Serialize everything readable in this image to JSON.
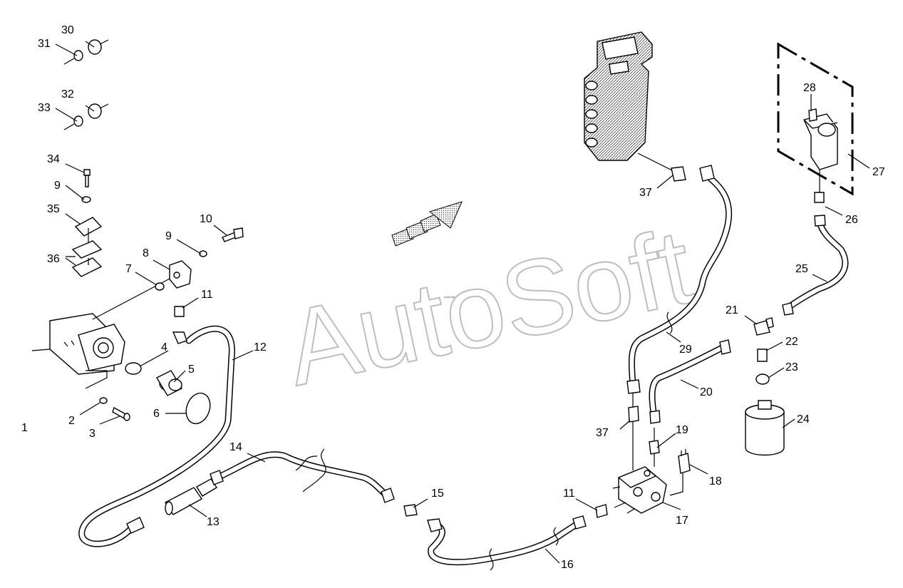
{
  "watermark": {
    "text": "AutoSoft",
    "small_text": "AutoSoft"
  },
  "labels": [
    {
      "id": "l1",
      "text": "1"
    },
    {
      "id": "l2",
      "text": "2"
    },
    {
      "id": "l3",
      "text": "3"
    },
    {
      "id": "l4",
      "text": "4"
    },
    {
      "id": "l5",
      "text": "5"
    },
    {
      "id": "l6",
      "text": "6"
    },
    {
      "id": "l7",
      "text": "7"
    },
    {
      "id": "l8",
      "text": "8"
    },
    {
      "id": "l9a",
      "text": "9"
    },
    {
      "id": "l9b",
      "text": "9"
    },
    {
      "id": "l10",
      "text": "10"
    },
    {
      "id": "l11a",
      "text": "11"
    },
    {
      "id": "l11b",
      "text": "11"
    },
    {
      "id": "l12",
      "text": "12"
    },
    {
      "id": "l13",
      "text": "13"
    },
    {
      "id": "l14",
      "text": "14"
    },
    {
      "id": "l15",
      "text": "15"
    },
    {
      "id": "l16",
      "text": "16"
    },
    {
      "id": "l17",
      "text": "17"
    },
    {
      "id": "l18",
      "text": "18"
    },
    {
      "id": "l19",
      "text": "19"
    },
    {
      "id": "l20",
      "text": "20"
    },
    {
      "id": "l21",
      "text": "21"
    },
    {
      "id": "l22",
      "text": "22"
    },
    {
      "id": "l23",
      "text": "23"
    },
    {
      "id": "l24",
      "text": "24"
    },
    {
      "id": "l25",
      "text": "25"
    },
    {
      "id": "l26",
      "text": "26"
    },
    {
      "id": "l27",
      "text": "27"
    },
    {
      "id": "l28",
      "text": "28"
    },
    {
      "id": "l29",
      "text": "29"
    },
    {
      "id": "l30",
      "text": "30"
    },
    {
      "id": "l31",
      "text": "31"
    },
    {
      "id": "l32",
      "text": "32"
    },
    {
      "id": "l33",
      "text": "33"
    },
    {
      "id": "l34",
      "text": "34"
    },
    {
      "id": "l35",
      "text": "35"
    },
    {
      "id": "l36",
      "text": "36"
    },
    {
      "id": "l37a",
      "text": "37"
    },
    {
      "id": "l37b",
      "text": "37"
    }
  ]
}
